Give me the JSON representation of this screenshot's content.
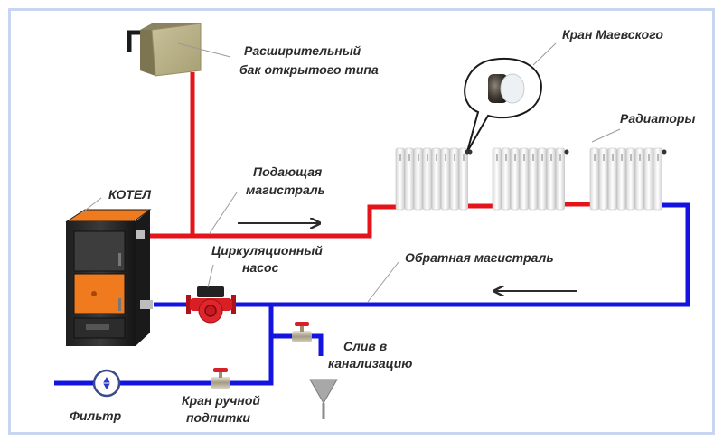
{
  "diagram": {
    "title": "Схема отопления с открытым расширительным баком",
    "colors": {
      "supply_pipe": "#e4141b",
      "return_pipe": "#1414e0",
      "boiler_body": "#2a2a2a",
      "boiler_accent": "#f07a1e",
      "tank": "#b8b089",
      "frame": "#c9d6ef",
      "leader_line": "#9a9a9a"
    },
    "labels": {
      "expansion_tank_line1": "Расширительный",
      "expansion_tank_line2": "бак открытого типа",
      "mayevsky_valve": "Кран Маевского",
      "radiators": "Радиаторы",
      "supply_line_1": "Подающая",
      "supply_line_2": "магистраль",
      "boiler": "КОТЕЛ",
      "pump_line1": "Циркуляционный",
      "pump_line2": "насос",
      "return_line": "Обратная магистраль",
      "drain_line1": "Слив в",
      "drain_line2": "канализацию",
      "filter": "Фильтр",
      "makeup_valve_line1": "Кран ручной",
      "makeup_valve_line2": "подпитки"
    },
    "flow": {
      "supply_direction": "right",
      "return_direction": "left"
    },
    "components": [
      {
        "id": "expansion-tank",
        "type": "open expansion tank"
      },
      {
        "id": "boiler",
        "type": "solid fuel boiler"
      },
      {
        "id": "circulation-pump",
        "type": "pump"
      },
      {
        "id": "radiator-1",
        "type": "radiator",
        "sections": 8,
        "has_mayevsky_valve": true
      },
      {
        "id": "radiator-2",
        "type": "radiator",
        "sections": 8
      },
      {
        "id": "radiator-3",
        "type": "radiator",
        "sections": 8
      },
      {
        "id": "filter",
        "type": "filter"
      },
      {
        "id": "makeup-valve",
        "type": "ball valve"
      },
      {
        "id": "drain-valve",
        "type": "ball valve"
      },
      {
        "id": "drain-funnel",
        "type": "funnel"
      }
    ]
  }
}
